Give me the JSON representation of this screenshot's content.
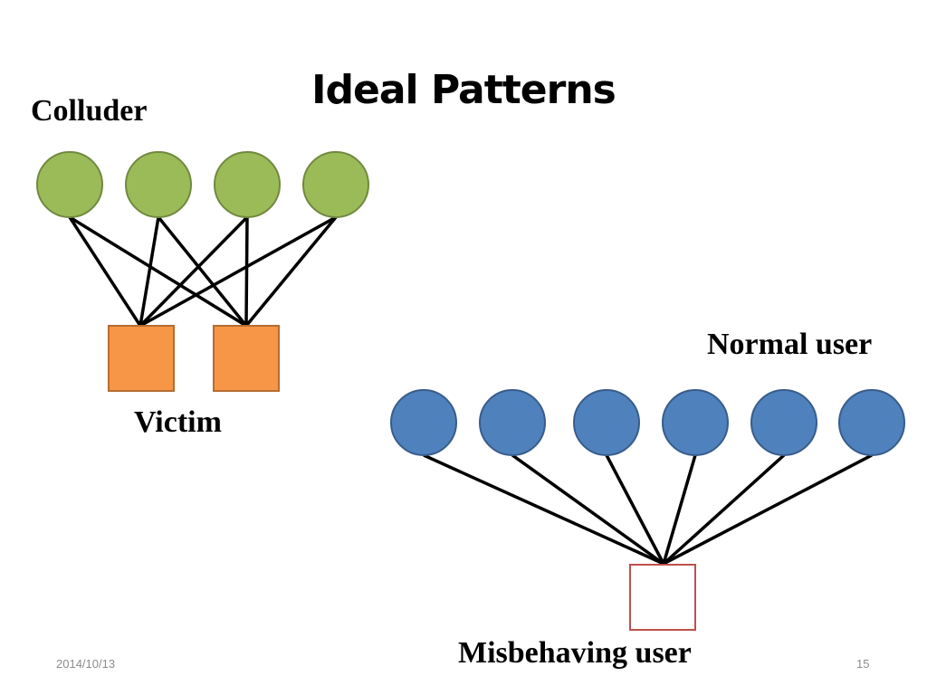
{
  "slide": {
    "title": "Ideal Patterns",
    "footer_date": "2014/10/13",
    "page_number": "15"
  },
  "colluder_pattern": {
    "top_label": "Colluder",
    "bottom_label": "Victim",
    "colluder_count": 4,
    "victim_count": 2,
    "colluder_color": "#9bbb59",
    "colluder_stroke": "#71893f",
    "victim_color": "#f79646",
    "victim_stroke": "#b66d31",
    "edges": "every colluder connects to every victim"
  },
  "normal_pattern": {
    "top_label": "Normal user",
    "bottom_label": "Misbehaving user",
    "normal_user_count": 6,
    "misbehaving_user_count": 1,
    "normal_color": "#4f81bd",
    "normal_stroke": "#385d8a",
    "misbehaving_fill": "#ffffff",
    "misbehaving_stroke": "#c0504d",
    "edges": "every normal user connects to the misbehaving user"
  }
}
